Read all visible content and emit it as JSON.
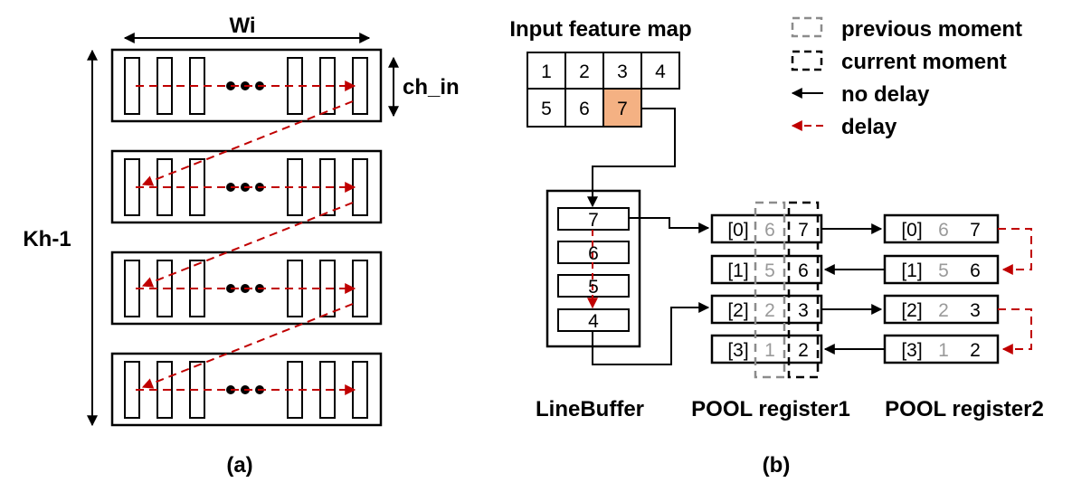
{
  "panel_a": {
    "width_label": "Wi",
    "channel_label": "ch_in",
    "height_label": "Kh-1",
    "caption": "(a)"
  },
  "panel_b": {
    "title": "Input feature map",
    "feature_map": {
      "row1": [
        "1",
        "2",
        "3",
        "4"
      ],
      "row2": [
        "5",
        "6",
        "7"
      ],
      "highlight_color": "#f4b183"
    },
    "linebuffer": {
      "label": "LineBuffer",
      "cells": [
        "7",
        "6",
        "5",
        "4"
      ]
    },
    "pool1": {
      "label": "POOL register1",
      "rows": [
        {
          "idx": "[0]",
          "prev": "6",
          "cur": "7"
        },
        {
          "idx": "[1]",
          "prev": "5",
          "cur": "6"
        },
        {
          "idx": "[2]",
          "prev": "2",
          "cur": "3"
        },
        {
          "idx": "[3]",
          "prev": "1",
          "cur": "2"
        }
      ]
    },
    "pool2": {
      "label": "POOL register2",
      "rows": [
        {
          "idx": "[0]",
          "prev": "6",
          "cur": "7"
        },
        {
          "idx": "[1]",
          "prev": "5",
          "cur": "6"
        },
        {
          "idx": "[2]",
          "prev": "2",
          "cur": "3"
        },
        {
          "idx": "[3]",
          "prev": "1",
          "cur": "2"
        }
      ]
    },
    "legend": {
      "previous": "previous moment",
      "current": "current moment",
      "no_delay": "no delay",
      "delay": "delay"
    },
    "caption": "(b)",
    "delay_color": "#c00000",
    "previous_color": "#8c8c8c"
  }
}
